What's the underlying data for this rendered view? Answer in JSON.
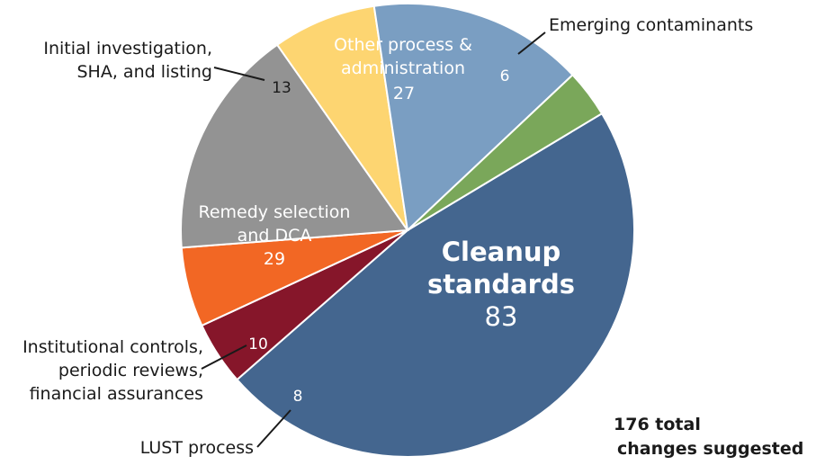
{
  "chart_data": {
    "type": "pie",
    "total_label": [
      "176 total",
      "changes suggested"
    ],
    "slices": [
      {
        "label": [
          "Cleanup",
          "standards"
        ],
        "value": 83,
        "color": "#44668f"
      },
      {
        "label": [
          "LUST process"
        ],
        "value": 8,
        "color": "#86162a"
      },
      {
        "label": [
          "Institutional controls,",
          "periodic reviews,",
          "financial assurances"
        ],
        "value": 10,
        "color": "#f26724"
      },
      {
        "label": [
          "Remedy selection",
          "and DCA"
        ],
        "value": 29,
        "color": "#939393"
      },
      {
        "label": [
          "Initial investigation,",
          "SHA, and listing"
        ],
        "value": 13,
        "color": "#fdd571"
      },
      {
        "label": [
          "Other process &",
          "administration"
        ],
        "value": 27,
        "color": "#7a9ec2"
      },
      {
        "label": [
          "Emerging contaminants"
        ],
        "value": 6,
        "color": "#7aa75a"
      }
    ]
  }
}
